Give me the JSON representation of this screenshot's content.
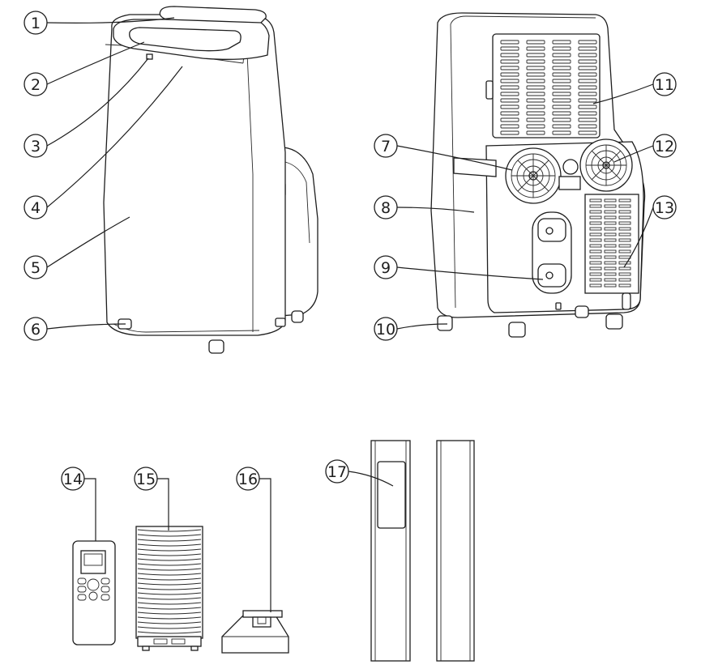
{
  "callouts": [
    "1",
    "2",
    "3",
    "4",
    "5",
    "6",
    "7",
    "8",
    "9",
    "10",
    "11",
    "12",
    "13",
    "14",
    "15",
    "16",
    "17"
  ],
  "colors": {
    "line": "#1e1e1e",
    "background": "#ffffff"
  }
}
